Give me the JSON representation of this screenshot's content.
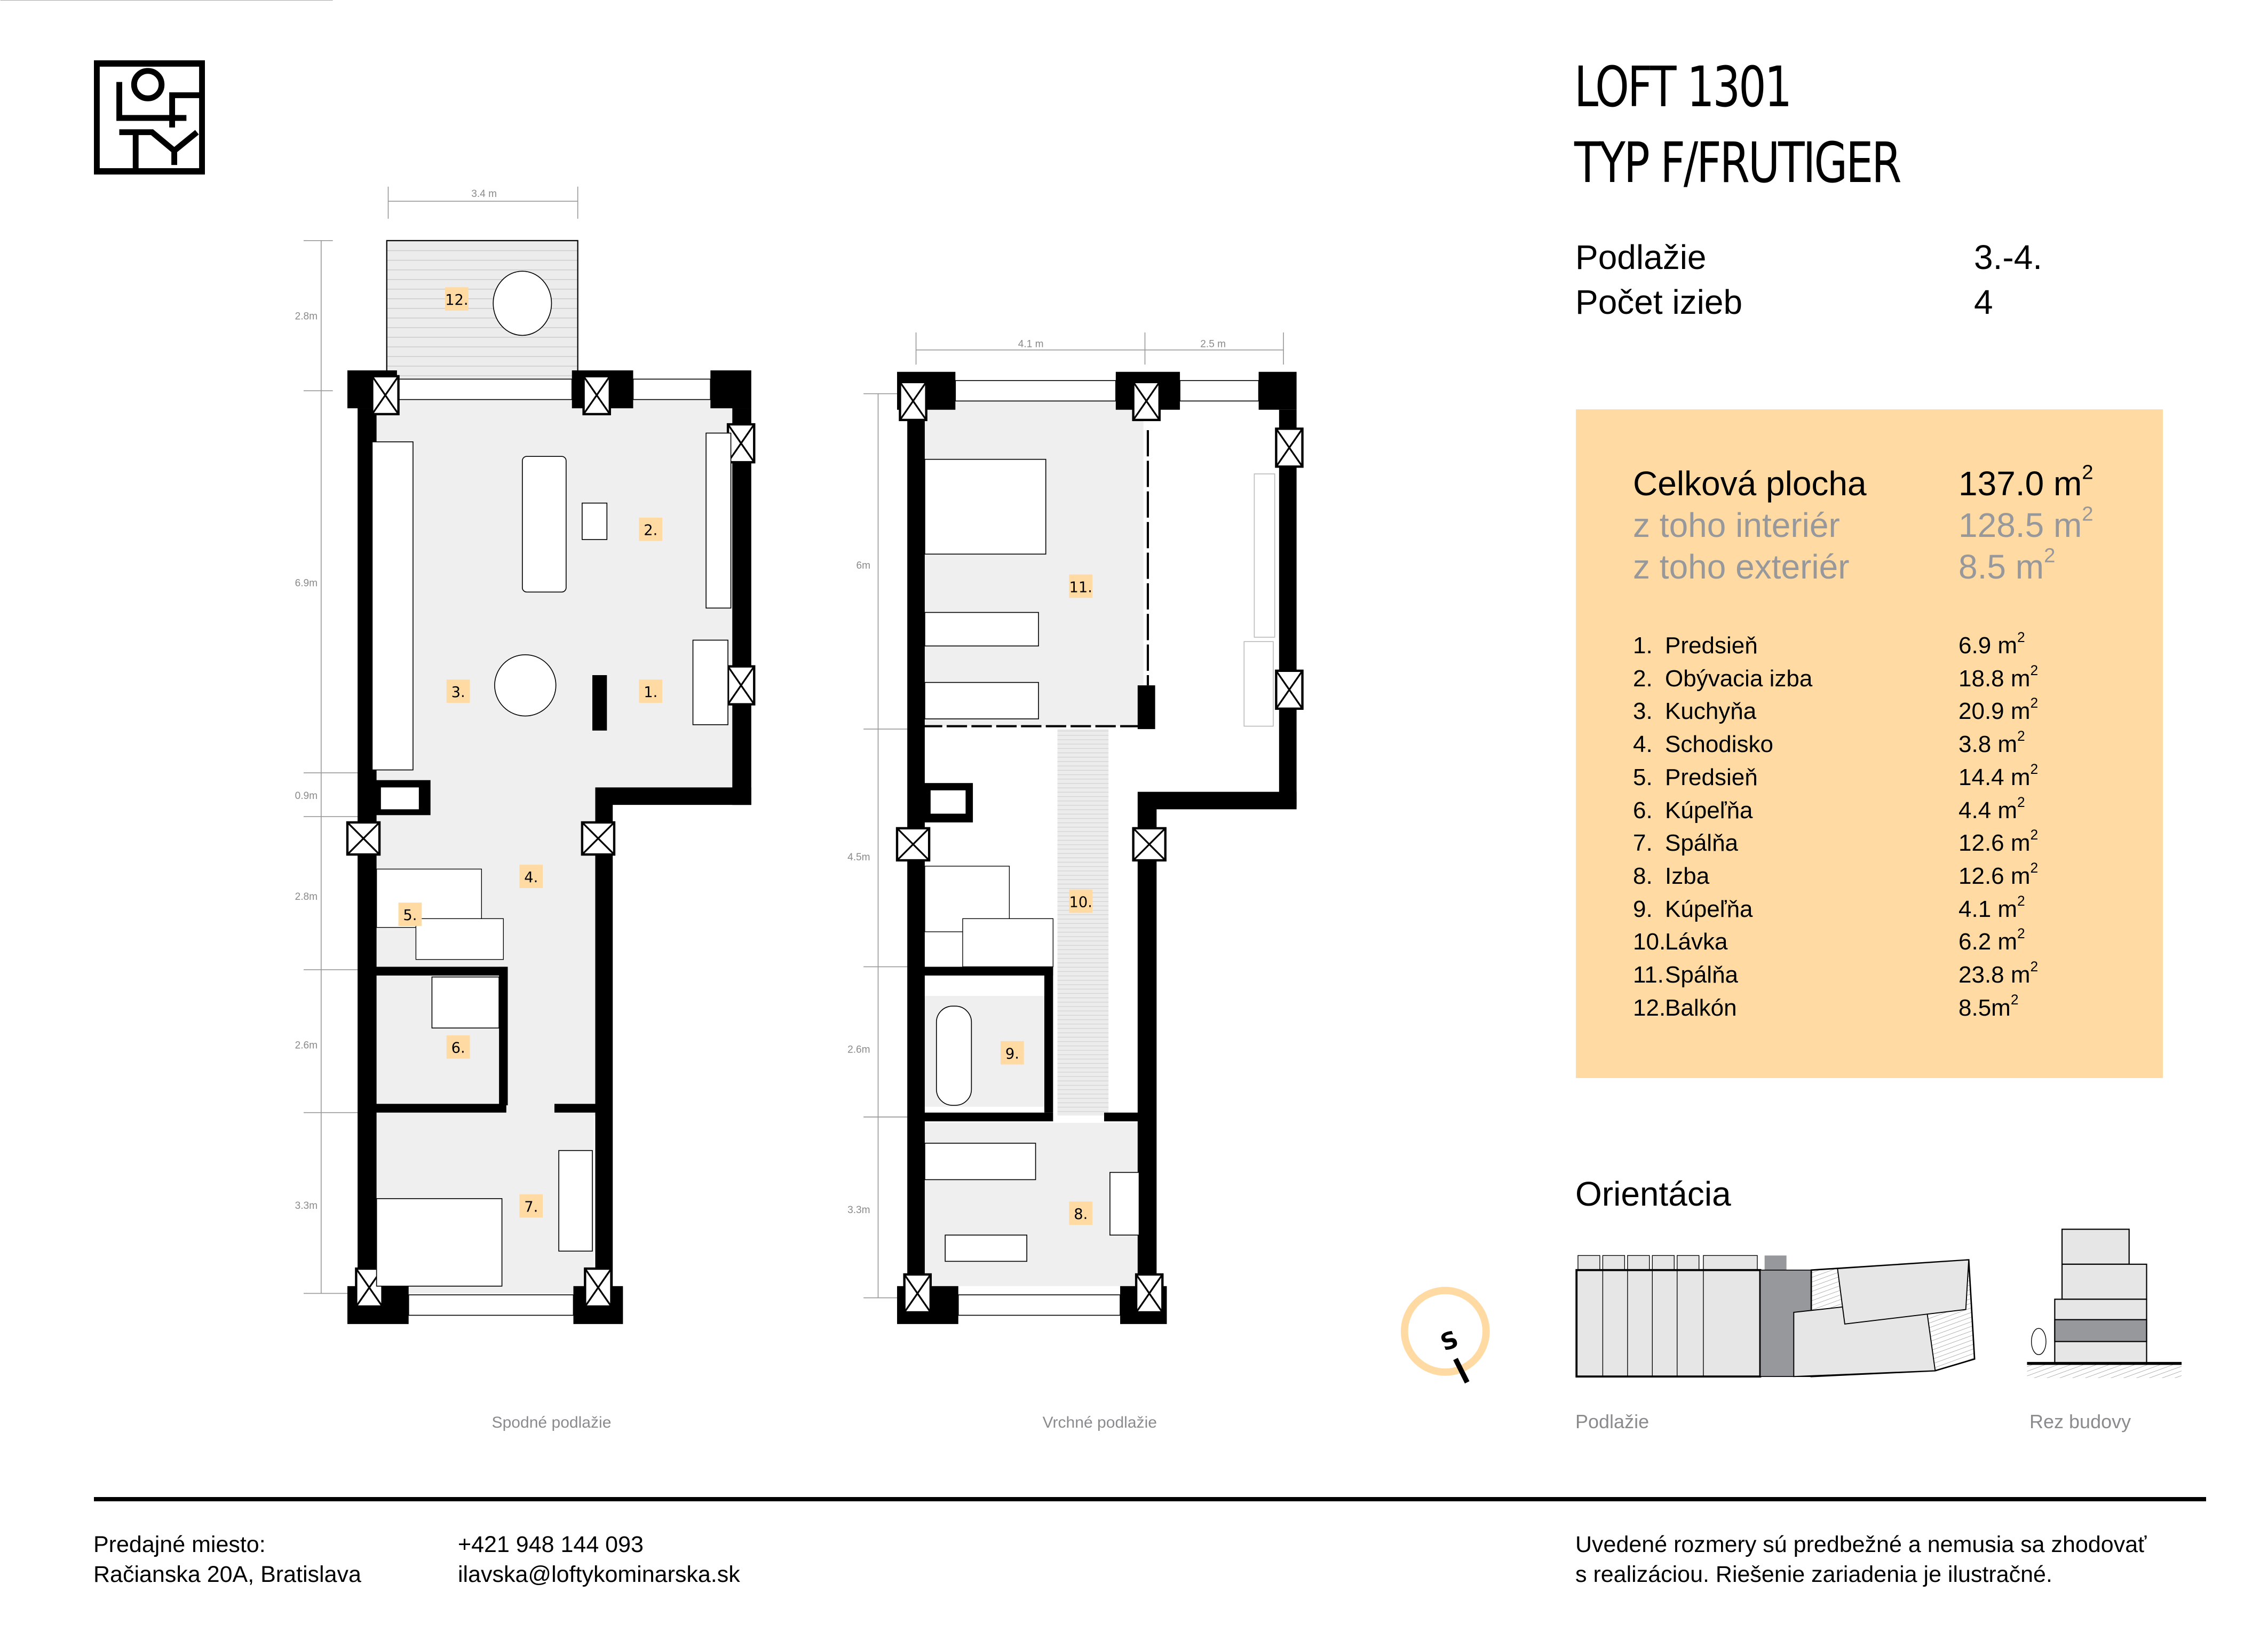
{
  "header": {
    "logo_text": "LOFTY",
    "title_line1": "LOFT 1301",
    "title_line2": "TYP F/FRUTIGER"
  },
  "meta": [
    {
      "label": "Podlažie",
      "value": "3.-4."
    },
    {
      "label": "Počet izieb",
      "value": "4"
    }
  ],
  "area_summary": {
    "total_label": "Celková plocha",
    "total_value": "137.0 m",
    "total_unit_sup": "2",
    "interior_label": "z toho interiér",
    "interior_value": "128.5 m",
    "interior_unit_sup": "2",
    "exterior_label": "z toho exteriér",
    "exterior_value": "8.5 m",
    "exterior_unit_sup": "2"
  },
  "rooms": [
    {
      "num": "1.",
      "name": "Predsieň",
      "area": "6.9 m"
    },
    {
      "num": "2.",
      "name": "Obývacia izba",
      "area": "18.8 m"
    },
    {
      "num": "3.",
      "name": "Kuchyňa",
      "area": "20.9 m"
    },
    {
      "num": "4.",
      "name": "Schodisko",
      "area": "3.8 m"
    },
    {
      "num": "5.",
      "name": "Predsieň",
      "area": "14.4 m"
    },
    {
      "num": "6.",
      "name": "Kúpeľňa",
      "area": "4.4 m"
    },
    {
      "num": "7.",
      "name": "Spálňa",
      "area": "12.6 m"
    },
    {
      "num": "8.",
      "name": "Izba",
      "area": "12.6 m"
    },
    {
      "num": "9.",
      "name": "Kúpeľňa",
      "area": "4.1 m"
    },
    {
      "num": "10.",
      "name": "Lávka",
      "area": "6.2 m"
    },
    {
      "num": "11.",
      "name": "Spálňa",
      "area": "23.8 m"
    },
    {
      "num": "12.",
      "name": "Balkón",
      "area": "8.5m"
    }
  ],
  "unit_sup": "2",
  "plans": {
    "lower": {
      "caption": "Spodné podlažie",
      "dims": {
        "balcony_width": "3.4 m",
        "balcony_depth": "2.8m",
        "d1": "6.9m",
        "d2": "0.9m",
        "d3": "2.8m",
        "d4": "2.6m",
        "d5": "3.3m"
      },
      "labels": {
        "r1": "1.",
        "r2": "2.",
        "r3": "3.",
        "r4": "4.",
        "r5": "5.",
        "r6": "6.",
        "r7": "7.",
        "r12": "12."
      }
    },
    "upper": {
      "caption": "Vrchné podlažie",
      "dims": {
        "w1": "4.1 m",
        "w2": "2.5 m",
        "d1": "6m",
        "d2": "4.5m",
        "d3": "2.6m",
        "d4": "3.3m"
      },
      "labels": {
        "r8": "8.",
        "r9": "9.",
        "r10": "10.",
        "r11": "11."
      }
    }
  },
  "orientation": {
    "heading": "Orientácia",
    "compass_letter": "S",
    "floor_caption": "Podlažie",
    "section_caption": "Rez budovy"
  },
  "footer": {
    "sales_label": "Predajné miesto:",
    "address": "Račianska 20A, Bratislava",
    "phone": "+421 948 144 093",
    "email": "ilavska@loftykominarska.sk",
    "disclaimer_line1": "Uvedené rozmery sú predbežné a nemusia sa zhodovať",
    "disclaimer_line2": "s realizáciou. Riešenie zariadenia je ilustračné."
  },
  "colors": {
    "accent": "#FFDAA2",
    "grey_text": "#97989b",
    "floor_fill": "#EFEFEF",
    "wall": "#000000"
  }
}
